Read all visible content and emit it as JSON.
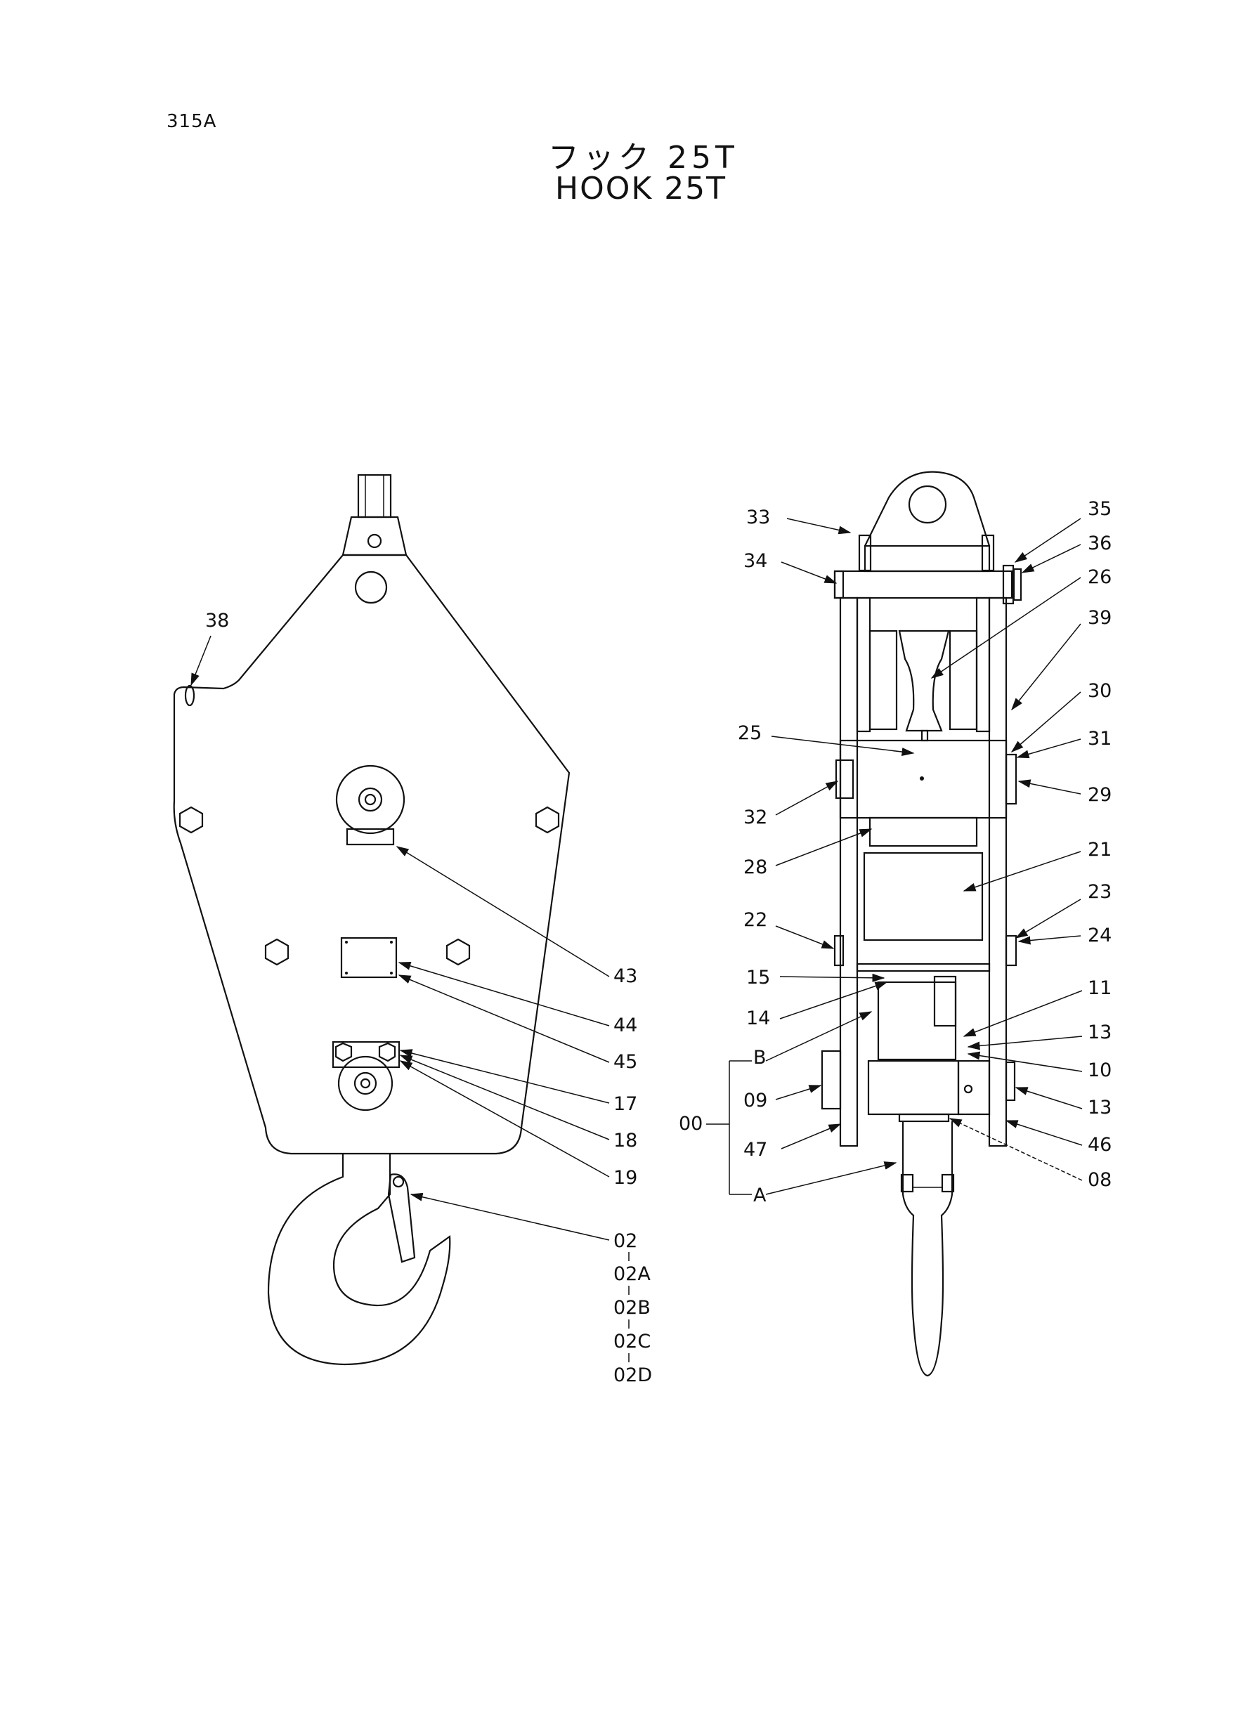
{
  "page_code": "315A",
  "title_jp": "フック 25T",
  "title_en": "HOOK 25T",
  "callouts": [
    "38",
    "43",
    "44",
    "45",
    "17",
    "18",
    "19",
    "02",
    "02A",
    "02B",
    "02C",
    "02D",
    "33",
    "34",
    "35",
    "36",
    "26",
    "39",
    "30",
    "31",
    "25",
    "29",
    "32",
    "28",
    "21",
    "22",
    "23",
    "24",
    "15",
    "14",
    "11",
    "13",
    "B",
    "10",
    "09",
    "13",
    "00",
    "47",
    "46",
    "08",
    "A"
  ]
}
